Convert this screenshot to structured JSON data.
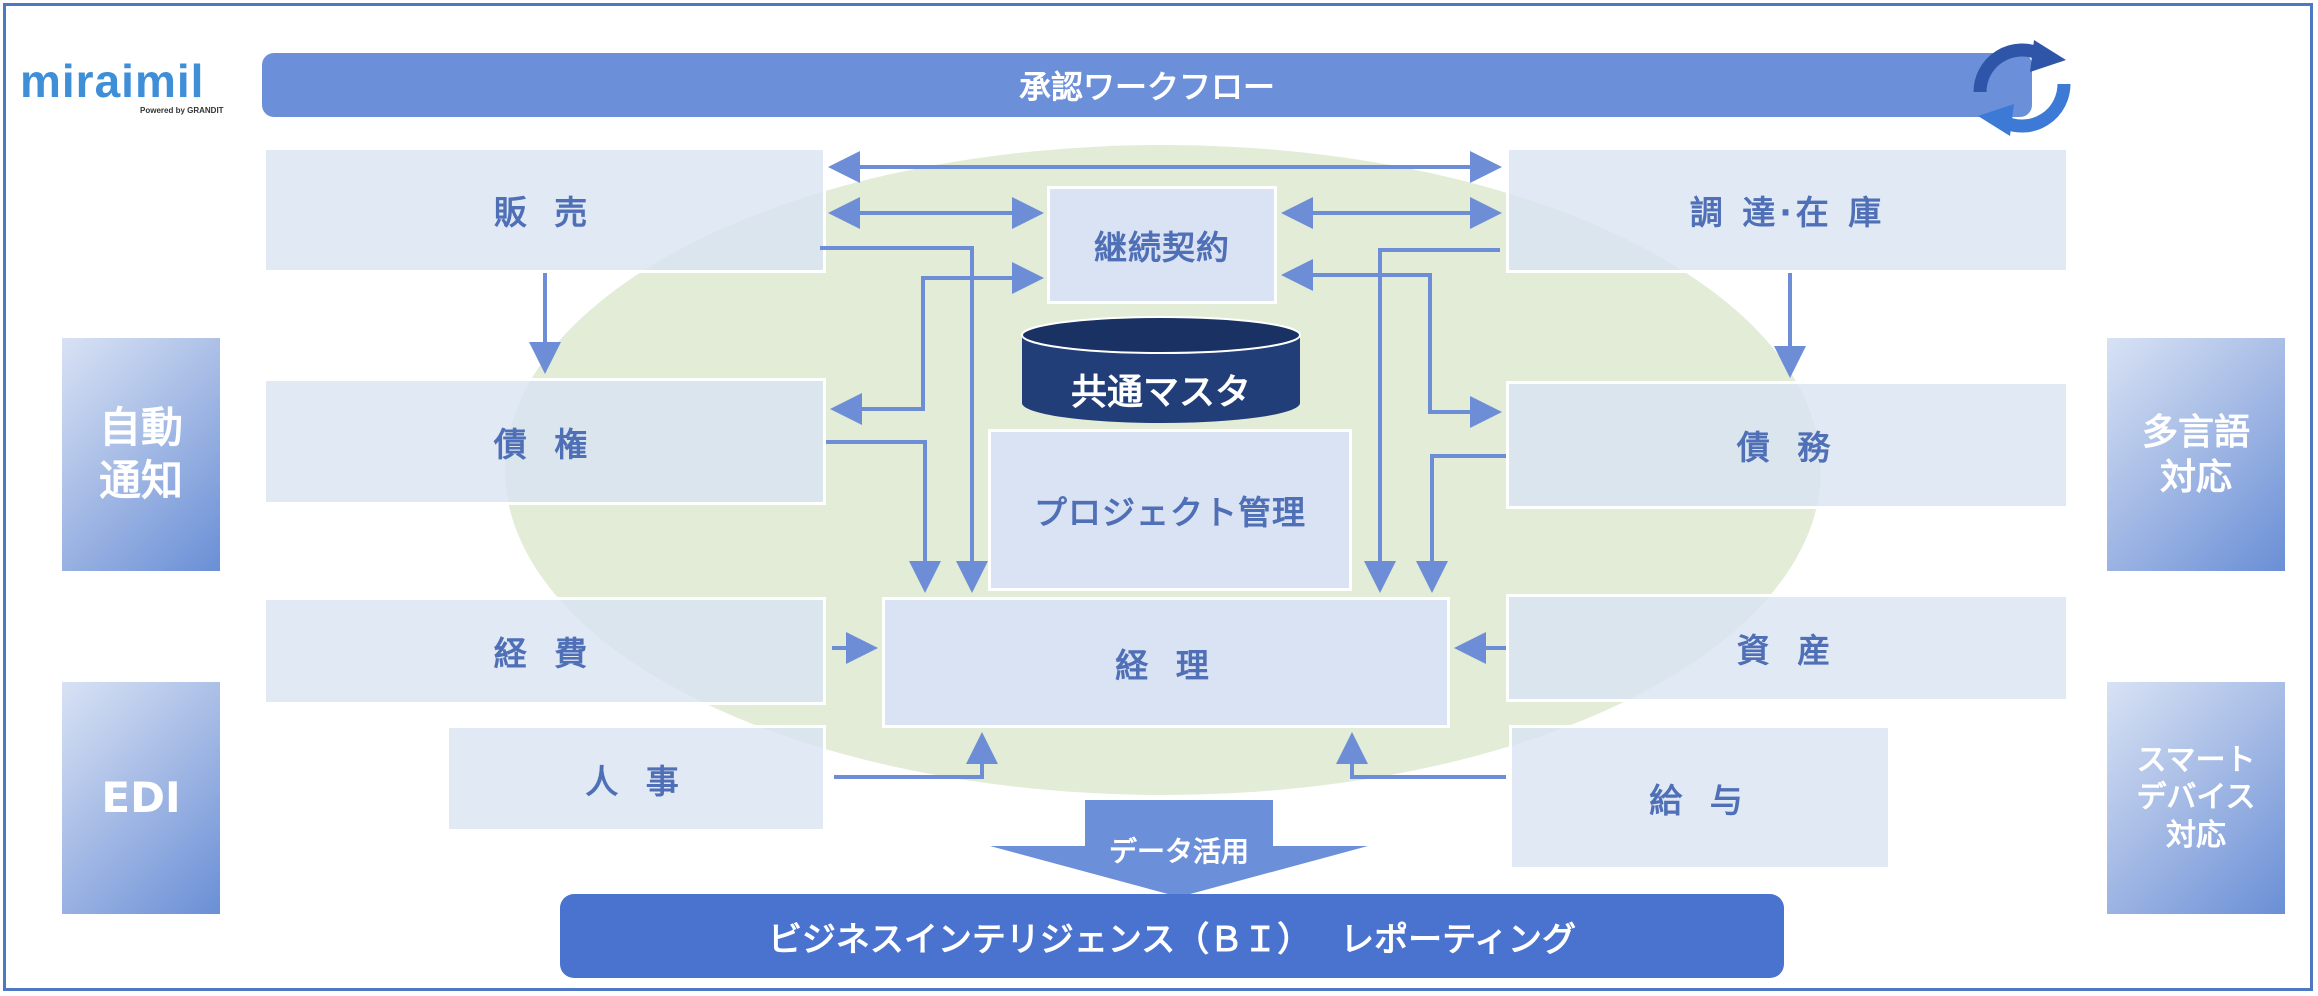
{
  "logo": {
    "name": "miraimil",
    "tagline": "Powered by GRANDIT"
  },
  "workflow_bar": {
    "label": "承認ワークフロー"
  },
  "modules": {
    "sales": "販 売",
    "procurement": "調 達·在 庫",
    "continuous_contract": "継続契約",
    "common_master": "共通マスタ",
    "receivables": "債 権",
    "payables": "債 務",
    "project": "プロジェクト管理",
    "expenses": "経 費",
    "accounting": "経 理",
    "assets": "資 産",
    "hr": "人 事",
    "payroll": "給 与"
  },
  "side_features": {
    "auto_notify": "自動\n通知",
    "edi": "EDI",
    "multilingual": "多言語\n対応",
    "smart_device": "スマート\nデバイス\n対応"
  },
  "data_usage": {
    "label": "データ活用"
  },
  "bi_bar": {
    "label": "ビジネスインテリジェンス（ＢＩ）　 レポーティング"
  },
  "colors": {
    "module_fill": "#dae3f3",
    "module_text": "#4f6fb6",
    "bar_fill": "#6b8fd8",
    "bi_fill": "#4a72cf",
    "ellipse_fill": "#e2ecd6",
    "arrow": "#6d8ed6",
    "db_fill": "#223e78"
  }
}
